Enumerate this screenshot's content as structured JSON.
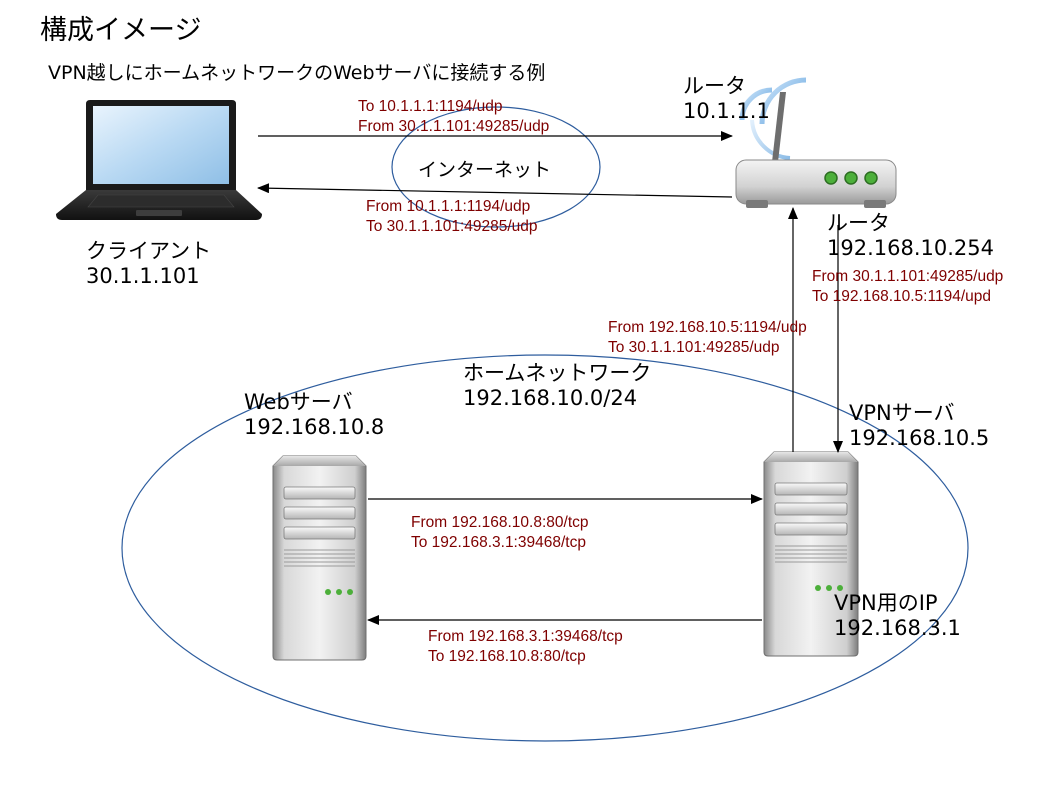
{
  "title": "構成イメージ",
  "subtitle": "VPN越しにホームネットワークのWebサーバに接続する例",
  "internet_label": "インターネット",
  "nodes": {
    "client": {
      "name": "クライアント",
      "ip": "30.1.1.101"
    },
    "router_wan": {
      "name": "ルータ",
      "ip": "10.1.1.1"
    },
    "router_lan": {
      "name": "ルータ",
      "ip": "192.168.10.254"
    },
    "home_network": {
      "name": "ホームネットワーク",
      "ip": "192.168.10.0/24"
    },
    "web_server": {
      "name": "Webサーバ",
      "ip": "192.168.10.8"
    },
    "vpn_server": {
      "name": "VPNサーバ",
      "ip": "192.168.10.5"
    },
    "vpn_ip": {
      "name": "VPN用のIP",
      "ip": "192.168.3.1"
    }
  },
  "flows": {
    "client_to_router": {
      "line1": "To  10.1.1.1:1194/udp",
      "line2": "From 30.1.1.101:49285/udp"
    },
    "router_to_client": {
      "line1": "From 10.1.1.1:1194/udp",
      "line2": "To  30.1.1.101:49285/udp"
    },
    "router_to_vpn": {
      "line1": "From 30.1.1.101:49285/udp",
      "line2": "To  192.168.10.5:1194/upd"
    },
    "vpn_to_router": {
      "line1": "From 192.168.10.5:1194/udp",
      "line2": "To  30.1.1.101:49285/udp"
    },
    "web_to_vpn": {
      "line1": "From 192.168.10.8:80/tcp",
      "line2": "To  192.168.3.1:39468/tcp"
    },
    "vpn_to_web": {
      "line1": "From 192.168.3.1:39468/tcp",
      "line2": "To  192.168.10.8:80/tcp"
    }
  },
  "colors": {
    "flow_text": "#7f0000",
    "ellipse_stroke": "#2e5d9e",
    "arrow": "#000000",
    "router_led": "#4caf3a"
  }
}
